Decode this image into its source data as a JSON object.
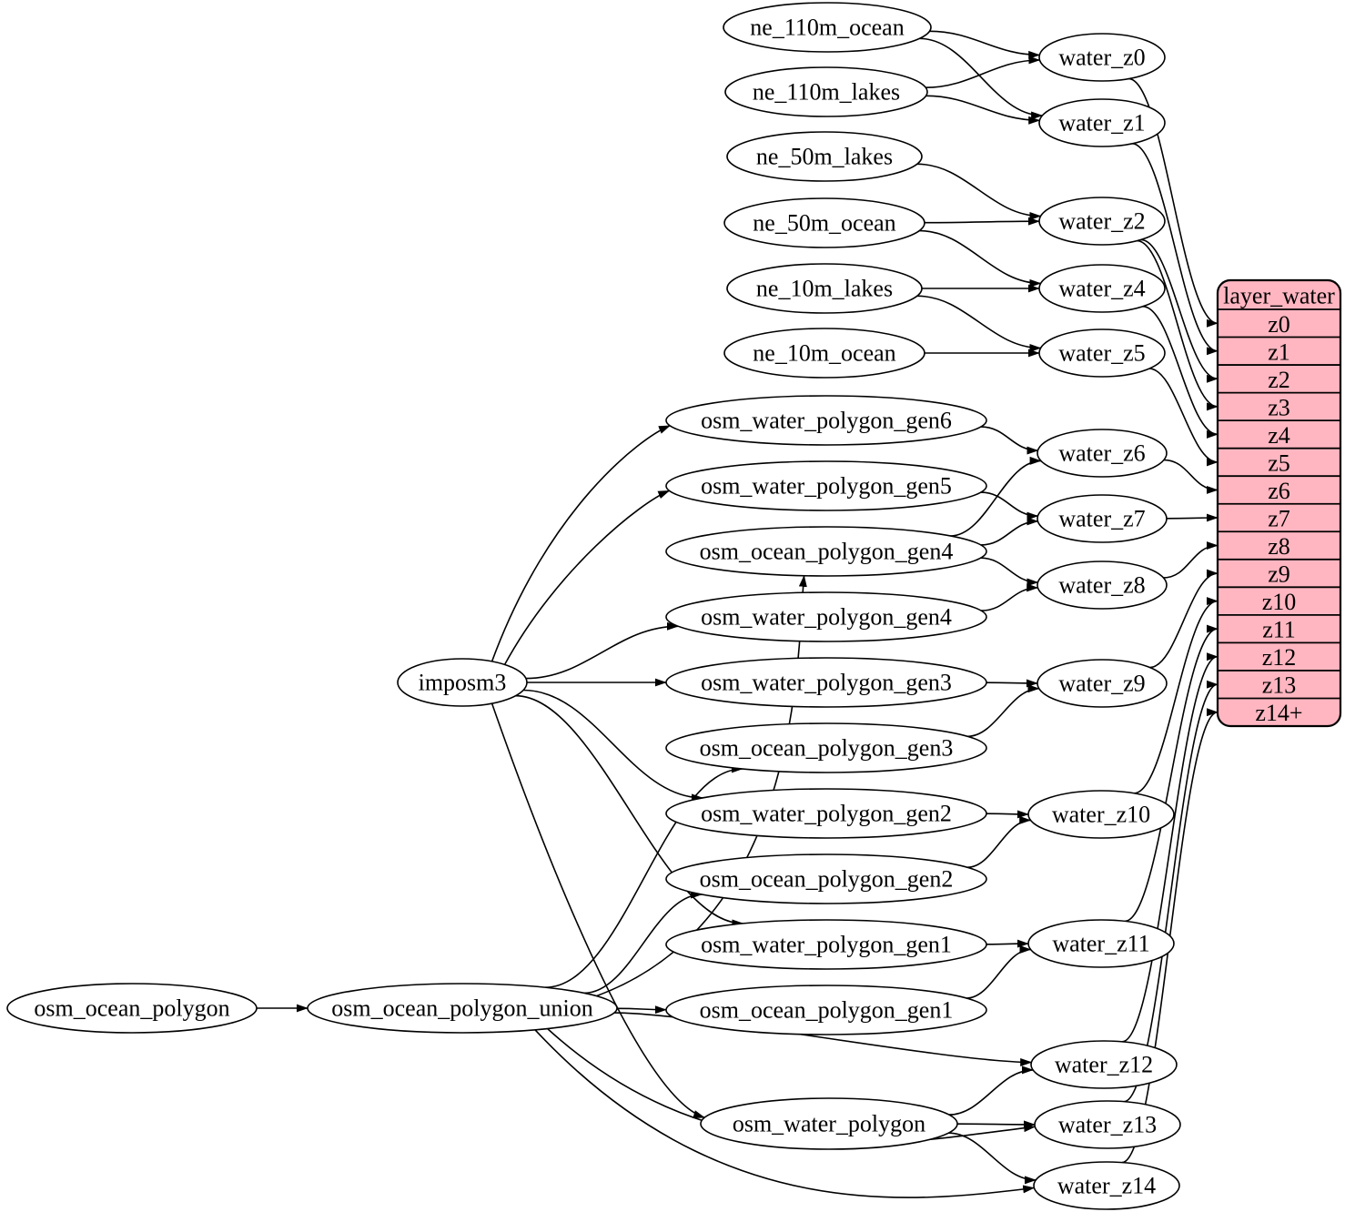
{
  "diagram": {
    "colors": {
      "background": "#ffffff",
      "edge": "#000000",
      "node_stroke": "#000000",
      "node_fill": "#ffffff",
      "text": "#000000",
      "table_fill": "#ffb6c1",
      "table_stroke": "#000000"
    },
    "nodes": [
      {
        "id": "ne_110m_ocean",
        "label": "ne_110m_ocean"
      },
      {
        "id": "ne_110m_lakes",
        "label": "ne_110m_lakes"
      },
      {
        "id": "ne_50m_lakes",
        "label": "ne_50m_lakes"
      },
      {
        "id": "ne_50m_ocean",
        "label": "ne_50m_ocean"
      },
      {
        "id": "ne_10m_lakes",
        "label": "ne_10m_lakes"
      },
      {
        "id": "ne_10m_ocean",
        "label": "ne_10m_ocean"
      },
      {
        "id": "water_z0",
        "label": "water_z0"
      },
      {
        "id": "water_z1",
        "label": "water_z1"
      },
      {
        "id": "water_z2",
        "label": "water_z2"
      },
      {
        "id": "water_z4",
        "label": "water_z4"
      },
      {
        "id": "water_z5",
        "label": "water_z5"
      },
      {
        "id": "water_z6",
        "label": "water_z6"
      },
      {
        "id": "water_z7",
        "label": "water_z7"
      },
      {
        "id": "water_z8",
        "label": "water_z8"
      },
      {
        "id": "water_z9",
        "label": "water_z9"
      },
      {
        "id": "water_z10",
        "label": "water_z10"
      },
      {
        "id": "water_z11",
        "label": "water_z11"
      },
      {
        "id": "water_z12",
        "label": "water_z12"
      },
      {
        "id": "water_z13",
        "label": "water_z13"
      },
      {
        "id": "water_z14",
        "label": "water_z14"
      },
      {
        "id": "osm_water_polygon_gen6",
        "label": "osm_water_polygon_gen6"
      },
      {
        "id": "osm_water_polygon_gen5",
        "label": "osm_water_polygon_gen5"
      },
      {
        "id": "osm_ocean_polygon_gen4",
        "label": "osm_ocean_polygon_gen4"
      },
      {
        "id": "osm_water_polygon_gen4",
        "label": "osm_water_polygon_gen4"
      },
      {
        "id": "osm_water_polygon_gen3",
        "label": "osm_water_polygon_gen3"
      },
      {
        "id": "osm_ocean_polygon_gen3",
        "label": "osm_ocean_polygon_gen3"
      },
      {
        "id": "osm_water_polygon_gen2",
        "label": "osm_water_polygon_gen2"
      },
      {
        "id": "osm_ocean_polygon_gen2",
        "label": "osm_ocean_polygon_gen2"
      },
      {
        "id": "osm_water_polygon_gen1",
        "label": "osm_water_polygon_gen1"
      },
      {
        "id": "osm_ocean_polygon_gen1",
        "label": "osm_ocean_polygon_gen1"
      },
      {
        "id": "osm_water_polygon",
        "label": "osm_water_polygon"
      },
      {
        "id": "imposm3",
        "label": "imposm3"
      },
      {
        "id": "osm_ocean_polygon",
        "label": "osm_ocean_polygon"
      },
      {
        "id": "osm_ocean_polygon_union",
        "label": "osm_ocean_polygon_union"
      }
    ],
    "edges": [
      {
        "from": "ne_110m_ocean",
        "to": "water_z0"
      },
      {
        "from": "ne_110m_ocean",
        "to": "water_z1"
      },
      {
        "from": "ne_110m_lakes",
        "to": "water_z0"
      },
      {
        "from": "ne_110m_lakes",
        "to": "water_z1"
      },
      {
        "from": "ne_50m_lakes",
        "to": "water_z2"
      },
      {
        "from": "ne_50m_ocean",
        "to": "water_z2"
      },
      {
        "from": "ne_50m_ocean",
        "to": "water_z4"
      },
      {
        "from": "ne_10m_lakes",
        "to": "water_z4"
      },
      {
        "from": "ne_10m_lakes",
        "to": "water_z5"
      },
      {
        "from": "ne_10m_ocean",
        "to": "water_z5"
      },
      {
        "from": "imposm3",
        "to": "osm_water_polygon_gen6"
      },
      {
        "from": "imposm3",
        "to": "osm_water_polygon_gen5"
      },
      {
        "from": "imposm3",
        "to": "osm_water_polygon_gen4"
      },
      {
        "from": "imposm3",
        "to": "osm_water_polygon_gen3"
      },
      {
        "from": "imposm3",
        "to": "osm_water_polygon_gen2"
      },
      {
        "from": "imposm3",
        "to": "osm_water_polygon_gen1"
      },
      {
        "from": "imposm3",
        "to": "osm_water_polygon"
      },
      {
        "from": "osm_ocean_polygon",
        "to": "osm_ocean_polygon_union"
      },
      {
        "from": "osm_ocean_polygon_union",
        "to": "osm_ocean_polygon_gen4"
      },
      {
        "from": "osm_ocean_polygon_union",
        "to": "osm_ocean_polygon_gen3"
      },
      {
        "from": "osm_ocean_polygon_union",
        "to": "osm_ocean_polygon_gen2"
      },
      {
        "from": "osm_ocean_polygon_union",
        "to": "osm_ocean_polygon_gen1"
      },
      {
        "from": "osm_ocean_polygon_union",
        "to": "water_z12"
      },
      {
        "from": "osm_ocean_polygon_union",
        "to": "water_z13"
      },
      {
        "from": "osm_ocean_polygon_union",
        "to": "water_z14"
      },
      {
        "from": "osm_water_polygon_gen6",
        "to": "water_z6"
      },
      {
        "from": "osm_water_polygon_gen5",
        "to": "water_z7"
      },
      {
        "from": "osm_ocean_polygon_gen4",
        "to": "water_z6"
      },
      {
        "from": "osm_ocean_polygon_gen4",
        "to": "water_z7"
      },
      {
        "from": "osm_ocean_polygon_gen4",
        "to": "water_z8"
      },
      {
        "from": "osm_water_polygon_gen4",
        "to": "water_z8"
      },
      {
        "from": "osm_water_polygon_gen3",
        "to": "water_z9"
      },
      {
        "from": "osm_ocean_polygon_gen3",
        "to": "water_z9"
      },
      {
        "from": "osm_water_polygon_gen2",
        "to": "water_z10"
      },
      {
        "from": "osm_ocean_polygon_gen2",
        "to": "water_z10"
      },
      {
        "from": "osm_water_polygon_gen1",
        "to": "water_z11"
      },
      {
        "from": "osm_ocean_polygon_gen1",
        "to": "water_z11"
      },
      {
        "from": "osm_water_polygon",
        "to": "water_z12"
      },
      {
        "from": "osm_water_polygon",
        "to": "water_z13"
      },
      {
        "from": "osm_water_polygon",
        "to": "water_z14"
      },
      {
        "from": "water_z0",
        "to": "layer_water:z0"
      },
      {
        "from": "water_z1",
        "to": "layer_water:z1"
      },
      {
        "from": "water_z2",
        "to": "layer_water:z2"
      },
      {
        "from": "water_z2",
        "to": "layer_water:z3"
      },
      {
        "from": "water_z4",
        "to": "layer_water:z4"
      },
      {
        "from": "water_z5",
        "to": "layer_water:z5"
      },
      {
        "from": "water_z6",
        "to": "layer_water:z6"
      },
      {
        "from": "water_z7",
        "to": "layer_water:z7"
      },
      {
        "from": "water_z8",
        "to": "layer_water:z8"
      },
      {
        "from": "water_z9",
        "to": "layer_water:z9"
      },
      {
        "from": "water_z10",
        "to": "layer_water:z10"
      },
      {
        "from": "water_z11",
        "to": "layer_water:z11"
      },
      {
        "from": "water_z12",
        "to": "layer_water:z12"
      },
      {
        "from": "water_z13",
        "to": "layer_water:z13"
      },
      {
        "from": "water_z14",
        "to": "layer_water:z14+"
      }
    ],
    "table": {
      "id": "layer_water",
      "title": "layer_water",
      "rows": [
        "z0",
        "z1",
        "z2",
        "z3",
        "z4",
        "z5",
        "z6",
        "z7",
        "z8",
        "z9",
        "z10",
        "z11",
        "z12",
        "z13",
        "z14+"
      ]
    }
  }
}
